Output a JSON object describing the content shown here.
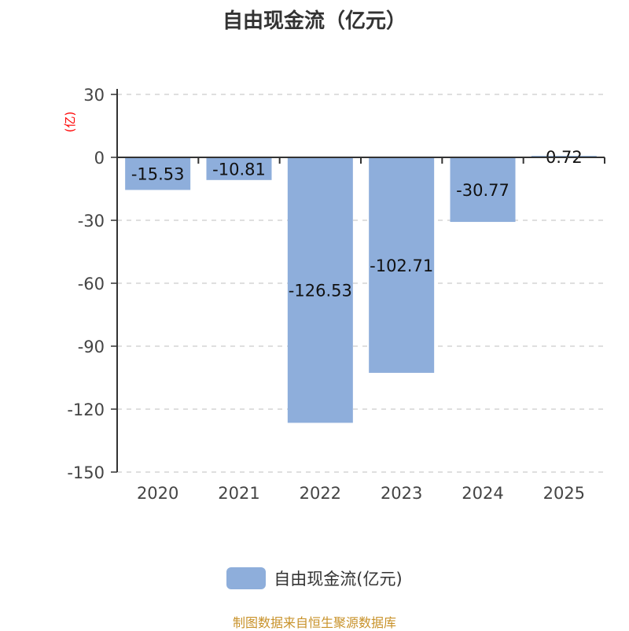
{
  "chart_data": {
    "type": "bar",
    "title": "自由现金流（亿元）",
    "ylabel": "(亿)",
    "xlabel": "",
    "categories": [
      "2020",
      "2021",
      "2022",
      "2023",
      "2024",
      "2025"
    ],
    "values": [
      -15.53,
      -10.81,
      -126.53,
      -102.71,
      -30.77,
      0.72
    ],
    "value_labels": [
      "-15.53",
      "-10.81",
      "-126.53",
      "-102.71",
      "-30.77",
      "0.72"
    ],
    "ylim": [
      -150,
      30
    ],
    "yticks": [
      30,
      0,
      -30,
      -60,
      -90,
      -120,
      -150
    ],
    "ytick_labels": [
      "30",
      "0",
      "-30",
      "-60",
      "-90",
      "-120",
      "-150"
    ],
    "grid": true,
    "legend": {
      "label": "自由现金流(亿元)",
      "placement": "bottom"
    },
    "colors": {
      "bar": "#8eaedb",
      "axis": "#333333",
      "grid": "#cccccc",
      "ylabel": "#ff0000"
    }
  },
  "source": "制图数据来自恒生聚源数据库"
}
